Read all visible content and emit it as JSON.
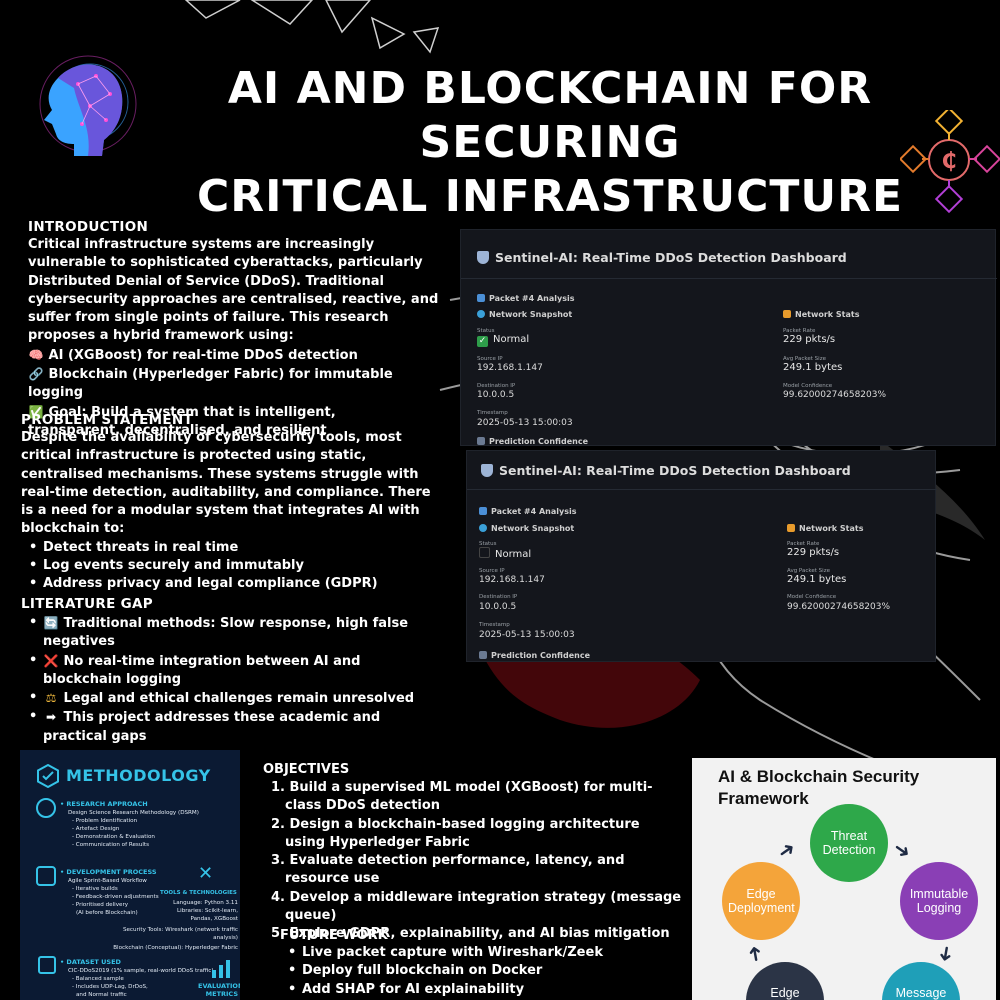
{
  "title": {
    "line1": "AI AND BLOCKCHAIN FOR SECURING",
    "line2": "CRITICAL INFRASTRUCTURE"
  },
  "introduction": {
    "heading": "INTRODUCTION",
    "paragraph": "Critical infrastructure systems are increasingly vulnerable to sophisticated cyberattacks, particularly Distributed Denial of Service (DDoS). Traditional cybersecurity approaches are centralised, reactive, and suffer from single points of failure. This research proposes a hybrid framework using:",
    "items": [
      {
        "icon": "brain-icon",
        "glyph": "🧠",
        "text": "AI (XGBoost) for real-time DDoS detection"
      },
      {
        "icon": "link-icon",
        "glyph": "🔗",
        "text": "Blockchain (Hyperledger Fabric) for immutable logging"
      },
      {
        "icon": "checkmark-icon",
        "glyph": "✅",
        "text": "Goal: Build a system that is intelligent, transparent, decentralised, and resilient"
      }
    ]
  },
  "problem": {
    "heading": "PROBLEM STATEMENT",
    "paragraph": "Despite the availability of cybersecurity tools, most critical infrastructure is protected using static, centralised mechanisms. These systems struggle with real-time detection, auditability, and compliance. There is a need for a modular system that integrates AI with blockchain to:",
    "bullets": [
      "Detect threats in real time",
      "Log events securely and immutably",
      "Address privacy and legal compliance (GDPR)"
    ]
  },
  "literature": {
    "heading": "LITERATURE GAP",
    "bullets": [
      {
        "glyph": "🔄",
        "icon": "refresh-icon",
        "text": "Traditional methods: Slow response, high false negatives"
      },
      {
        "glyph": "❌",
        "icon": "cross-icon",
        "text": "No real-time integration between AI and blockchain logging"
      },
      {
        "glyph": "⚖",
        "icon": "scales-icon",
        "text": "Legal and ethical challenges remain unresolved"
      },
      {
        "glyph": "➡",
        "icon": "arrow-right-icon",
        "text": "This project addresses these academic and practical gaps"
      }
    ]
  },
  "dashboard": {
    "title": "Sentinel-AI: Real-Time DDoS Detection Dashboard",
    "packet": "Packet #4 Analysis",
    "snapshot": "Network Snapshot",
    "stats": "Network Stats",
    "status_label": "Status",
    "status_value": "Normal",
    "source_label": "Source IP",
    "source_value": "192.168.1.147",
    "dest_label": "Destination IP",
    "dest_value": "10.0.0.5",
    "time_label": "Timestamp",
    "time_value": "2025-05-13 15:00:03",
    "rate_label": "Packet Rate",
    "rate_value": "229 pkts/s",
    "size_label": "Avg Packet Size",
    "size_value": "249.1 bytes",
    "conf_label": "Model Confidence",
    "conf_value": "99.62000274658203%",
    "prediction": "Prediction Confidence"
  },
  "methodology": {
    "heading": "METHODOLOGY",
    "research_head": "• RESEARCH APPROACH",
    "research_lines": [
      "Design Science Research Methodology (DSRM)",
      "- Problem Identification",
      "- Artefact Design",
      "- Demonstration & Evaluation",
      "- Communication of Results"
    ],
    "dev_head": "• DEVELOPMENT PROCESS",
    "dev_lines": [
      "Agile Sprint-Based Workflow",
      "- Iterative builds",
      "- Feedback-driven adjustments",
      "- Prioritised delivery",
      "(AI before Blockchain)"
    ],
    "tools_head": "TOOLS & TECHNOLOGIES",
    "tools_lines": [
      "Language: Python 3.11",
      "Libraries: Scikit-learn,",
      "Pandas, XGBoost"
    ],
    "security_tools": "Security Tools: Wireshark (network traffic analysis)",
    "blockchain_tool": "Blockchain (Conceptual): Hyperledger Fabric",
    "dataset_head": "• DATASET USED",
    "dataset_lines": [
      "CIC-DDoS2019 (1% sample, real-world DDoS traffic)",
      "- Balanced sample",
      "- Includes UDP-Lag, DrDoS,",
      "and Normal traffic"
    ],
    "eval_head": "EVALUATION METRICS"
  },
  "objectives": {
    "heading": "OBJECTIVES",
    "items": [
      "1. Build a supervised ML model (XGBoost) for multi-class DDoS detection",
      "2. Design a blockchain-based logging architecture using Hyperledger Fabric",
      "3. Evaluate detection performance, latency, and resource use",
      "4. Develop a middleware integration strategy (message queue)",
      "5. Explore GDPR, explainability, and AI bias mitigation"
    ]
  },
  "future": {
    "heading": "FUTURE WORK",
    "bullets": [
      "Live packet capture with Wireshark/Zeek",
      "Deploy full blockchain on Docker",
      "Add SHAP for AI explainability"
    ]
  },
  "framework": {
    "title": "AI & Blockchain Security Framework",
    "nodes": [
      {
        "label": "Threat Detection",
        "color": "#2ea84a"
      },
      {
        "label": "Immutable Logging",
        "color": "#8a3fb5"
      },
      {
        "label": "Message",
        "color": "#1f9fb8"
      },
      {
        "label": "Edge",
        "color": "#2b3446"
      },
      {
        "label": "Edge Deployment",
        "color": "#f4a43a"
      }
    ]
  },
  "colors": {
    "background": "#000000",
    "accent_cyan": "#35c3e8",
    "dashboard_bg": "#14161c"
  }
}
